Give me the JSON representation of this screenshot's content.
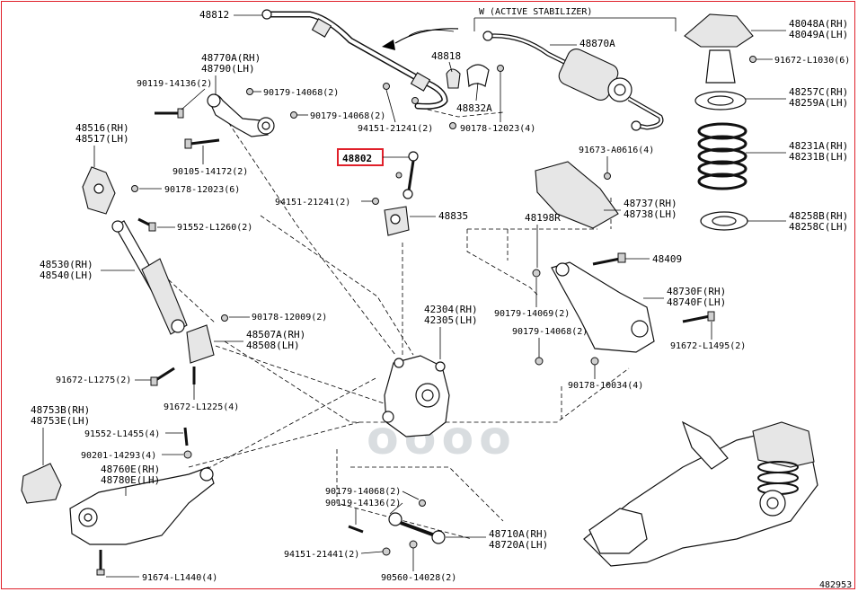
{
  "diagram_id": "482953",
  "active_stabilizer_label": "W (ACTIVE STABILIZER)",
  "highlight_color": "#e0202a",
  "watermark_text": "oooo",
  "parts": {
    "p48812": "48812",
    "p48870A": "48870A",
    "p48818": "48818",
    "p48832A": "48832A",
    "p48802": "48802",
    "p48835": "48835",
    "p48770A": "48770A(RH)",
    "p48790": "48790(LH)",
    "p90119_14136_top": "90119-14136(2)",
    "p90179_14068_a": "90179-14068(2)",
    "p90179_14068_b": "90179-14068(2)",
    "p94151_21241_a": "94151-21241(2)",
    "p94151_21241_b": "94151-21241(2)",
    "p90178_12023_4": "90178-12023(4)",
    "p90105_14172": "90105-14172(2)",
    "p48516": "48516(RH)",
    "p48517": "48517(LH)",
    "p90178_12023_6": "90178-12023(6)",
    "p91552_L1260": "91552-L1260(2)",
    "p48530": "48530(RH)",
    "p48540": "48540(LH)",
    "p90178_12009": "90178-12009(2)",
    "p48507A": "48507A(RH)",
    "p48508": "48508(LH)",
    "p91672_L1275": "91672-L1275(2)",
    "p91672_L1225": "91672-L1225(4)",
    "p48753B": "48753B(RH)",
    "p48753E": "48753E(LH)",
    "p91552_L1455": "91552-L1455(4)",
    "p90201_14293": "90201-14293(4)",
    "p48760E": "48760E(RH)",
    "p48780E": "48780E(LH)",
    "p91674_L1440": "91674-L1440(4)",
    "p42304": "42304(RH)",
    "p42305": "42305(LH)",
    "p90179_14068_c": "90179-14068(2)",
    "p90119_14136_b": "90119-14136(2)",
    "p94151_21441": "94151-21441(2)",
    "p90560_14028": "90560-14028(2)",
    "p48710A": "48710A(RH)",
    "p48720A": "48720A(LH)",
    "p48048A": "48048A(RH)",
    "p48049A": "48049A(LH)",
    "p91672_L1030": "91672-L1030(6)",
    "p48257C": "48257C(RH)",
    "p48259A": "48259A(LH)",
    "p48231A": "48231A(RH)",
    "p48231B": "48231B(LH)",
    "p48258B": "48258B(RH)",
    "p48258C": "48258C(LH)",
    "p91673_A0616": "91673-A0616(4)",
    "p48737": "48737(RH)",
    "p48738": "48738(LH)",
    "p48198R": "48198R",
    "p48409": "48409",
    "p48730F": "48730F(RH)",
    "p48740F": "48740F(LH)",
    "p90179_14069": "90179-14069(2)",
    "p90179_14068_d": "90179-14068(2)",
    "p91672_L1495": "91672-L1495(2)",
    "p90178_10034": "90178-10034(4)"
  }
}
